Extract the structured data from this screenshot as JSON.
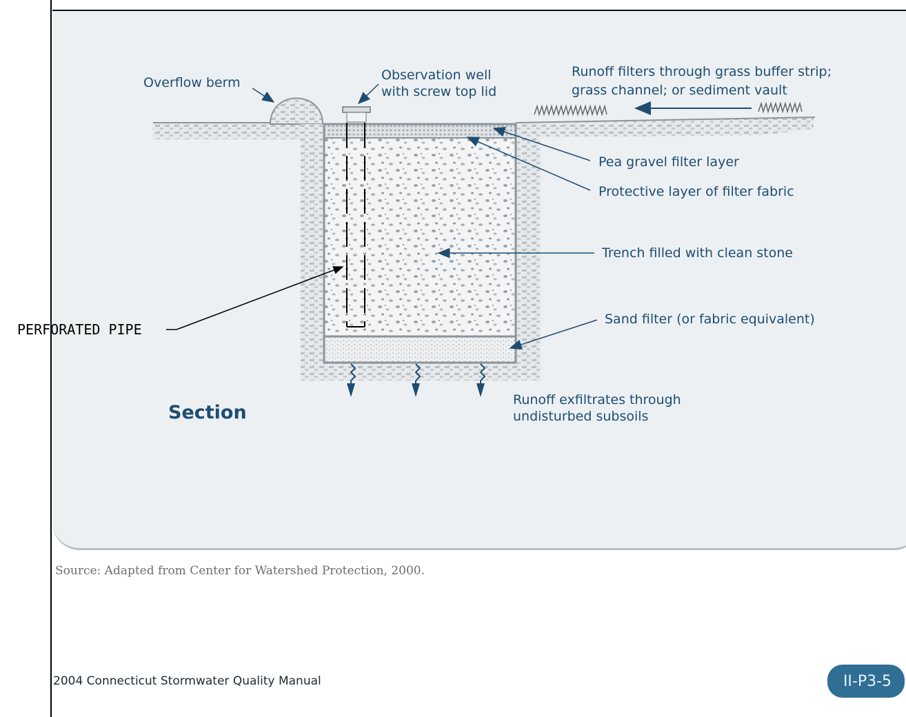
{
  "diagram": {
    "labels": {
      "overflow_berm": "Overflow berm",
      "observation_well_1": "Observation well",
      "observation_well_2": "with screw top lid",
      "runoff_filters_1": "Runoff filters through grass buffer strip;",
      "runoff_filters_2": "grass channel; or sediment vault",
      "pea_gravel": "Pea gravel filter layer",
      "filter_fabric": "Protective layer of filter fabric",
      "trench": "Trench filled with clean stone",
      "sand_filter": "Sand filter (or fabric equivalent)",
      "perforated_pipe": "PERFORATED PIPE",
      "exfiltrates_1": "Runoff exfiltrates through",
      "exfiltrates_2": "undisturbed subsoils",
      "section": "Section"
    },
    "colors": {
      "label_blue": "#1d4d73",
      "panel_bg": "#edf0f2",
      "stone_gray": "#8c949b"
    }
  },
  "source_note": "Source: Adapted from Center for Watershed Protection, 2000.",
  "footer": {
    "manual_title": "2004 Connecticut Stormwater Quality Manual",
    "page_number": "II-P3-5"
  }
}
